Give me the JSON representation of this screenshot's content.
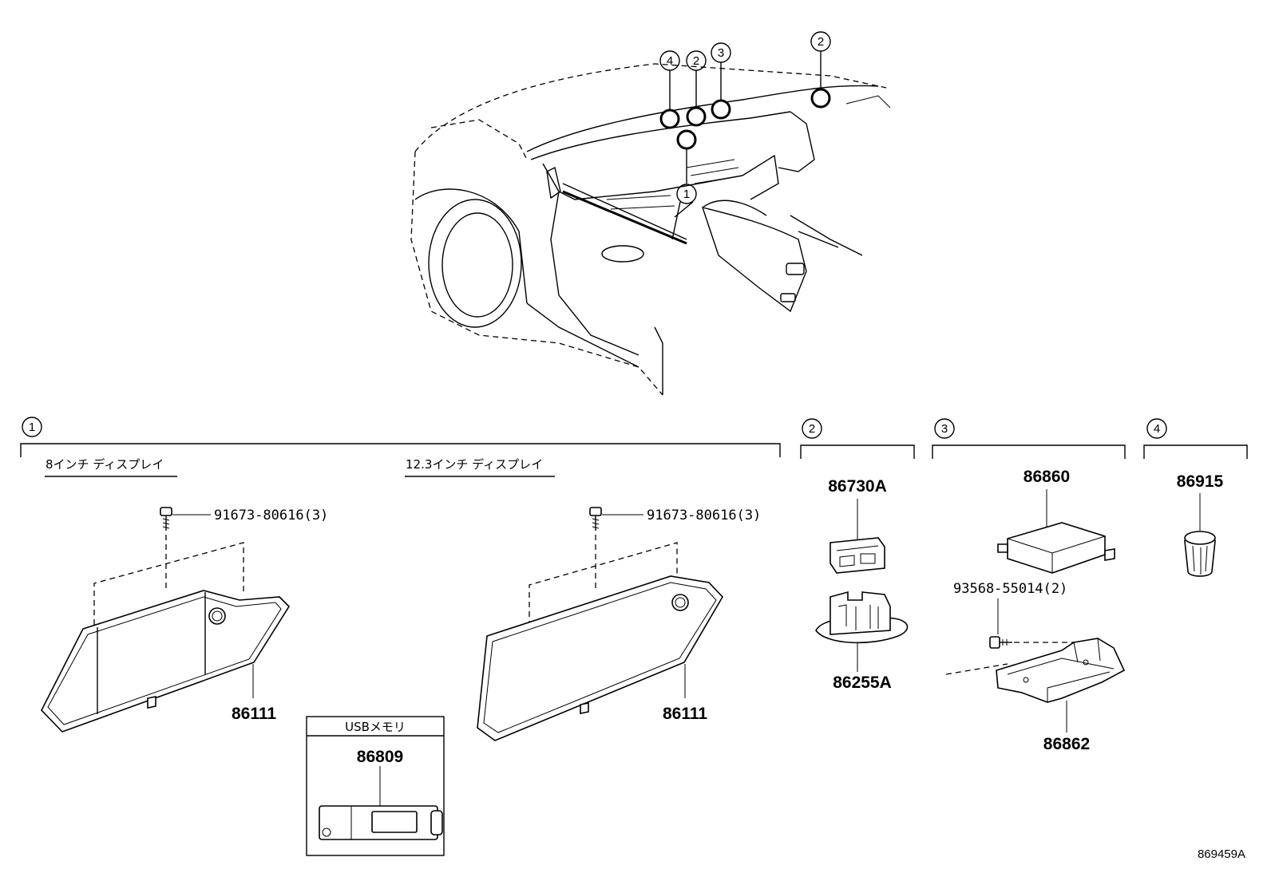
{
  "overview": {
    "callouts": [
      {
        "label": "4"
      },
      {
        "label": "2"
      },
      {
        "label": "3"
      },
      {
        "label": "2"
      },
      {
        "label": "1"
      }
    ]
  },
  "sections": [
    {
      "label": "1",
      "groups": [
        {
          "title": "8インチ ディスプレイ",
          "screw": "91673-80616(3)",
          "part": "86111"
        },
        {
          "title": "12.3インチ ディスプレイ",
          "screw": "91673-80616(3)",
          "part": "86111"
        }
      ],
      "usb": {
        "title": "USBメモリ",
        "part": "86809"
      }
    },
    {
      "label": "2",
      "parts": [
        "86730A",
        "86255A"
      ]
    },
    {
      "label": "3",
      "parts": [
        "86860",
        "93568-55014(2)",
        "86862"
      ]
    },
    {
      "label": "4",
      "parts": [
        "86915"
      ]
    }
  ],
  "reference_code": "869459A"
}
